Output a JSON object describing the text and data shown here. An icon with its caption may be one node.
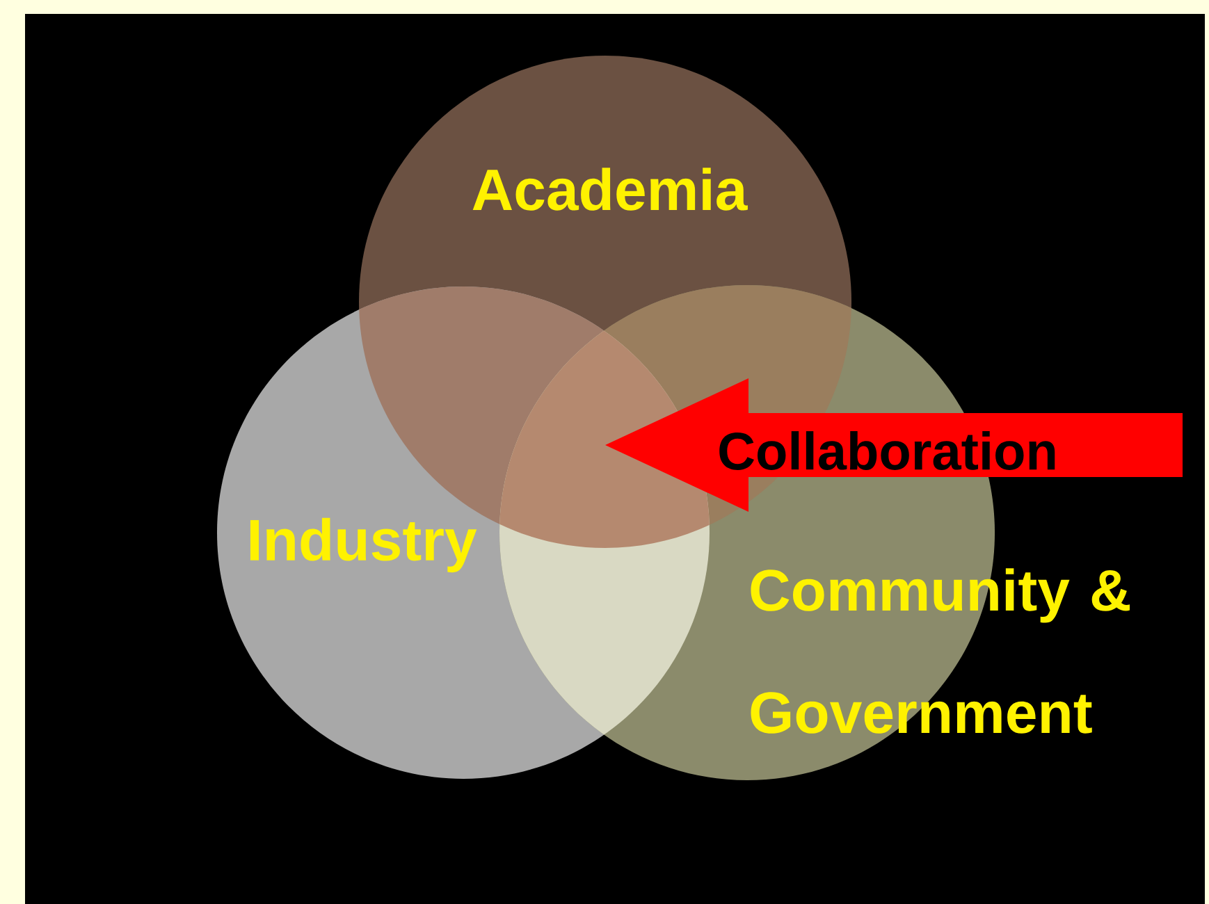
{
  "diagram": {
    "nodes": [
      {
        "text": [
          "Academia"
        ]
      },
      {
        "text": [
          "Industry"
        ]
      },
      {
        "text": [
          "Community & Government"
        ]
      },
      {
        "text": [
          "Collaboration"
        ]
      }
    ]
  }
}
